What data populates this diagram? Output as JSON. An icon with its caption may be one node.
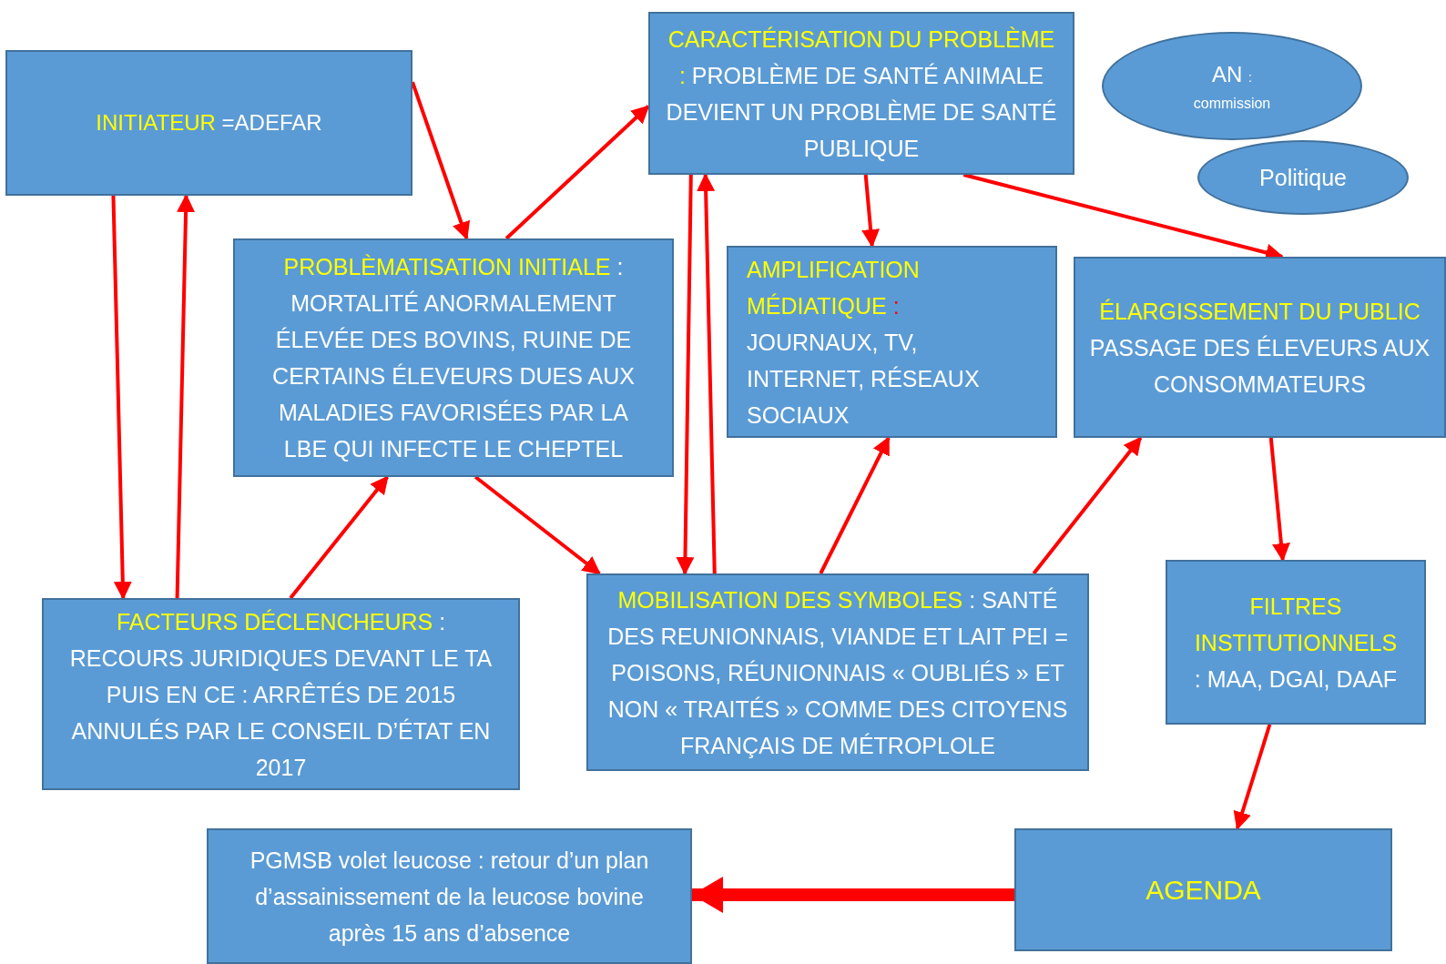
{
  "diagram": {
    "nodes": [
      {
        "text": [
          "INITIATEUR",
          "=ADEFAR"
        ]
      },
      {
        "text": [
          "CARACTÉRISATION DU PROBLÈME :",
          "PROBLÈME DE SANTÉ ANIMALE DEVIENT UN PROBLÈME DE SANTÉ PUBLIQUE"
        ]
      },
      {
        "text": [
          "AN",
          ":",
          "commission"
        ]
      },
      {
        "text": [
          "Politique"
        ]
      },
      {
        "text": [
          "PROBLÈMATISATION INITIALE",
          ": MORTALITÉ ANORMALEMENT ÉLEVÉE DES BOVINS, RUINE DE CERTAINS ÉLEVEURS DUES AUX MALADIES FAVORISÉES PAR LA LBE QUI INFECTE LE CHEPTEL"
        ]
      },
      {
        "text": [
          "AMPLIFICATION MÉDIATIQUE",
          ":",
          "JOURNAUX, TV, INTERNET, RÉSEAUX SOCIAUX"
        ]
      },
      {
        "text": [
          "ÉLARGISSEMENT DU PUBLIC",
          "PASSAGE DES ÉLEVEURS AUX CONSOMMATEURS"
        ]
      },
      {
        "text": [
          "FACTEURS DÉCLENCHEURS",
          ": RECOURS JURIDIQUES DEVANT LE TA PUIS EN CE : ARRÊTÉS DE 2015 ANNULÉS PAR LE CONSEIL D’ÉTAT EN 2017"
        ]
      },
      {
        "text": [
          "MOBILISATION DES SYMBOLES",
          ": SANTÉ DES REUNIONNAIS, VIANDE ET LAIT PEI = POISONS, RÉUNIONNAIS « OUBLIÉS » ET NON « TRAITÉS » COMME DES CITOYENS FRANÇAIS DE MÉTROPLOLE"
        ]
      },
      {
        "text": [
          "FILTRES INSTITUTIONNELS",
          ": MAA, DGAl, DAAF"
        ]
      },
      {
        "text": [
          "PGMSB volet leucose : retour d’un plan d’assainissement de la leucose bovine après 15 ans d’absence"
        ]
      },
      {
        "text": [
          "AGENDA"
        ]
      }
    ],
    "edges": [
      {
        "from": 0,
        "to": 4,
        "arrow": "to"
      },
      {
        "from": 0,
        "to": 7,
        "arrow": "to"
      },
      {
        "from": 7,
        "to": 0,
        "arrow": "to"
      },
      {
        "from": 4,
        "to": 1,
        "arrow": "to"
      },
      {
        "from": 7,
        "to": 4,
        "arrow": "to"
      },
      {
        "from": 4,
        "to": 8,
        "arrow": "to"
      },
      {
        "from": 1,
        "to": 8,
        "arrow": "to"
      },
      {
        "from": 8,
        "to": 1,
        "arrow": "to"
      },
      {
        "from": 1,
        "to": 5,
        "arrow": "to"
      },
      {
        "from": 1,
        "to": 6,
        "arrow": "to"
      },
      {
        "from": 8,
        "to": 5,
        "arrow": "to"
      },
      {
        "from": 8,
        "to": 6,
        "arrow": "to"
      },
      {
        "from": 6,
        "to": 9,
        "arrow": "to"
      },
      {
        "from": 9,
        "to": 11,
        "arrow": "to"
      },
      {
        "from": 11,
        "to": 10,
        "arrow": "to",
        "style": "thick"
      }
    ]
  }
}
